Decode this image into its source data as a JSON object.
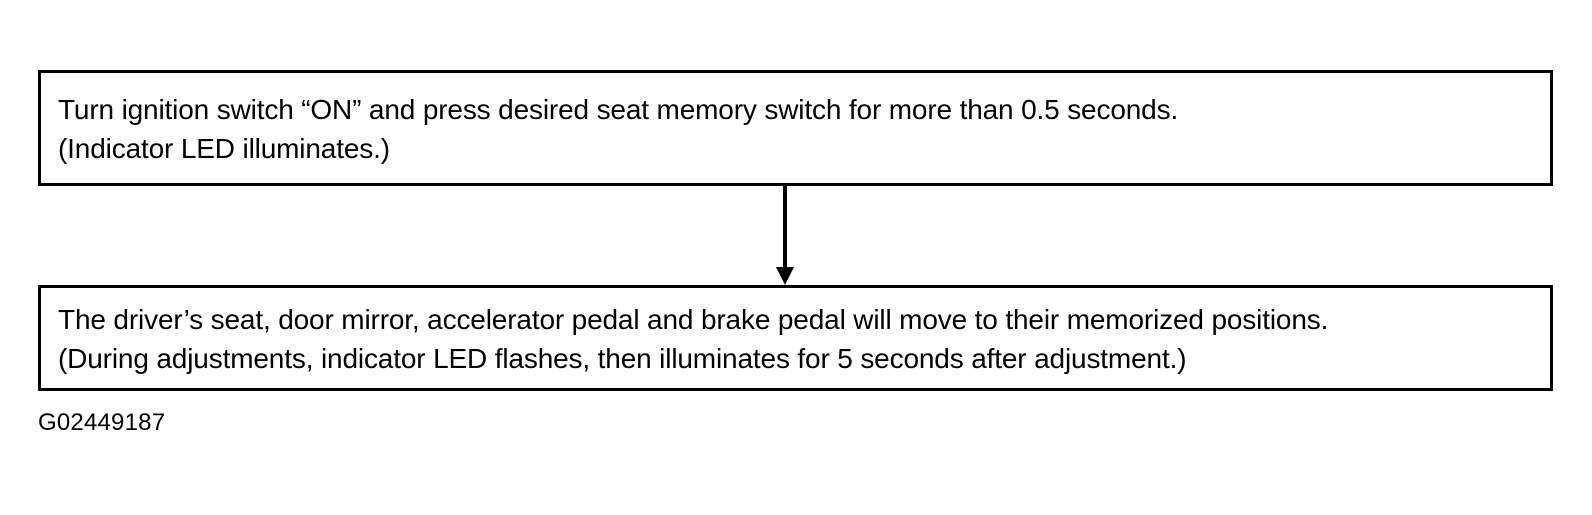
{
  "diagram": {
    "steps": [
      {
        "id": "step-1",
        "lines": [
          "Turn ignition switch “ON” and press desired seat memory switch for more than 0.5 seconds.",
          "(Indicator LED illuminates.)"
        ]
      },
      {
        "id": "step-2",
        "lines": [
          "The driver’s seat, door mirror, accelerator pedal and brake pedal will move to their memorized positions.",
          "(During adjustments, indicator LED flashes, then illuminates for 5 seconds after adjustment.)"
        ]
      }
    ],
    "connector": {
      "icon": "arrow-down-icon",
      "direction": "down"
    },
    "caption": "G02449187",
    "colors": {
      "border": "#000000",
      "text": "#000000",
      "background": "#ffffff"
    }
  }
}
